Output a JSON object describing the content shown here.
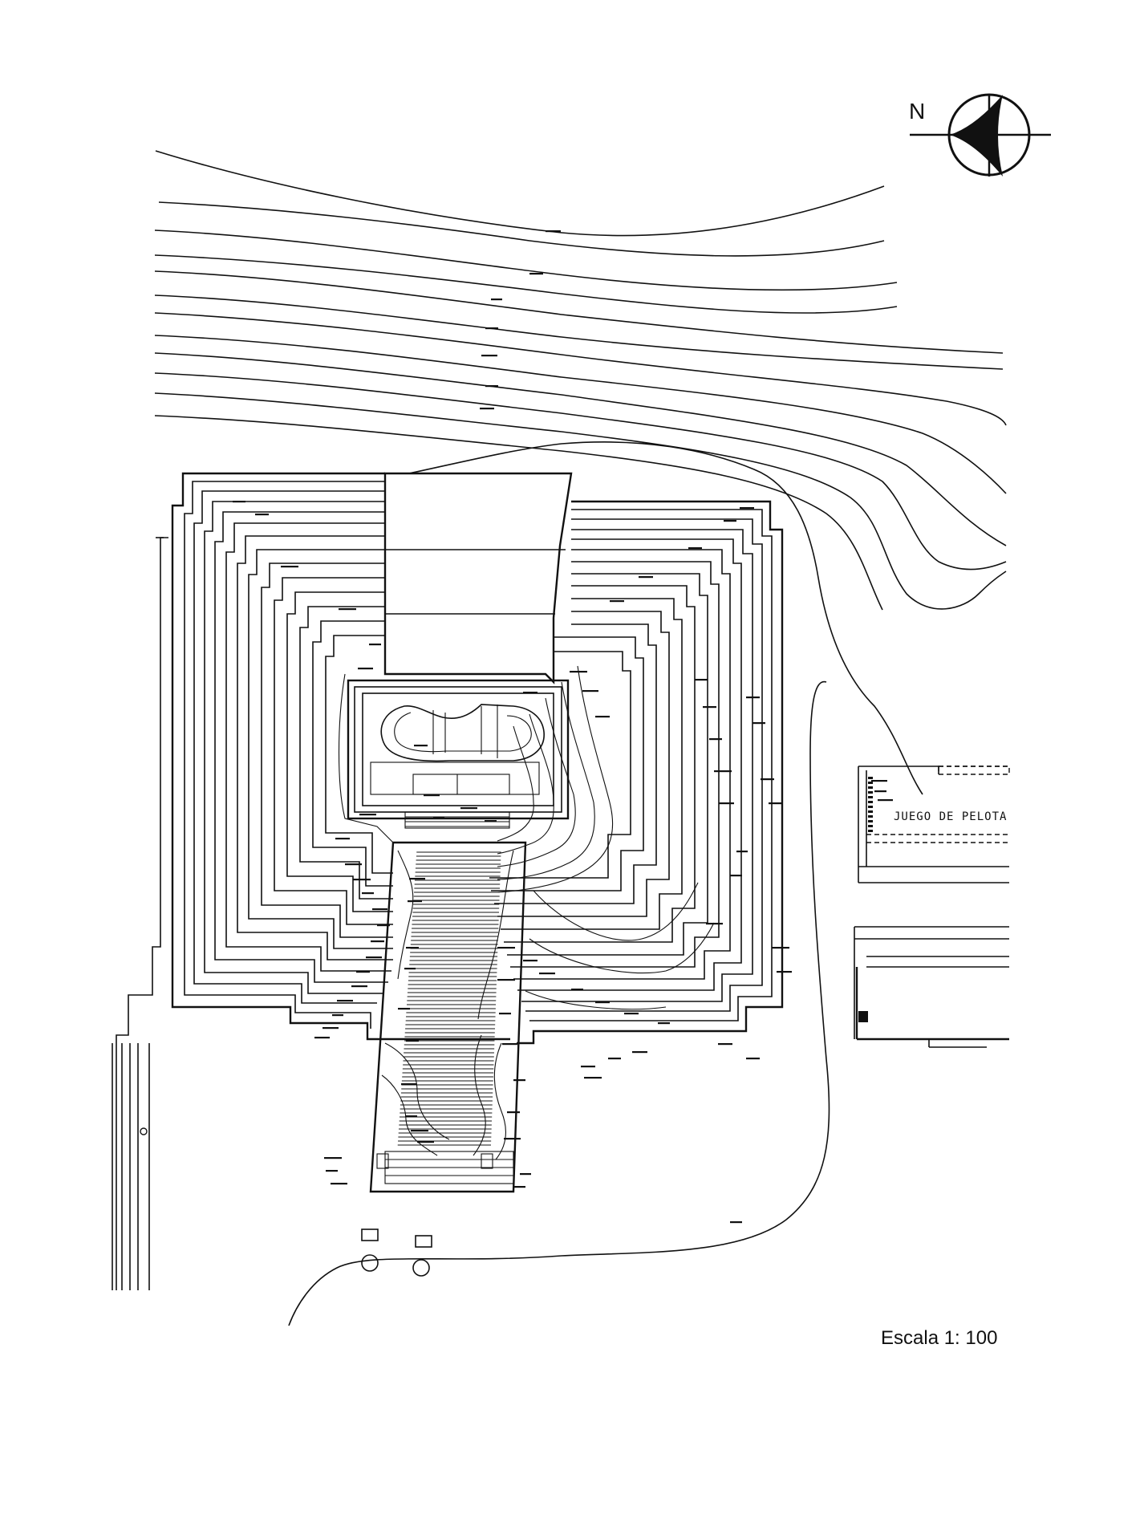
{
  "compass": {
    "letter": "N"
  },
  "labels": {
    "ball_court": "JUEGO DE PELOTA"
  },
  "scale": {
    "text": "Escala 1: 100"
  }
}
